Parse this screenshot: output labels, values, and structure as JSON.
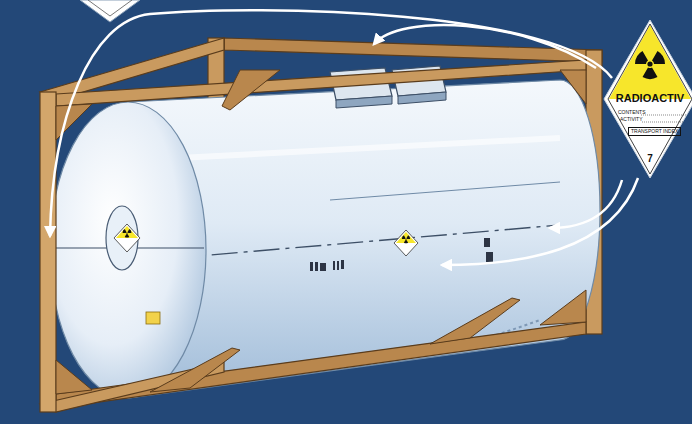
{
  "diagram": {
    "nodes": [
      {
        "text": [
          "RADIOACTIV",
          "CONTENTS",
          "ACTIVITY",
          "TRANSPORT INDEX",
          "7"
        ]
      }
    ]
  }
}
